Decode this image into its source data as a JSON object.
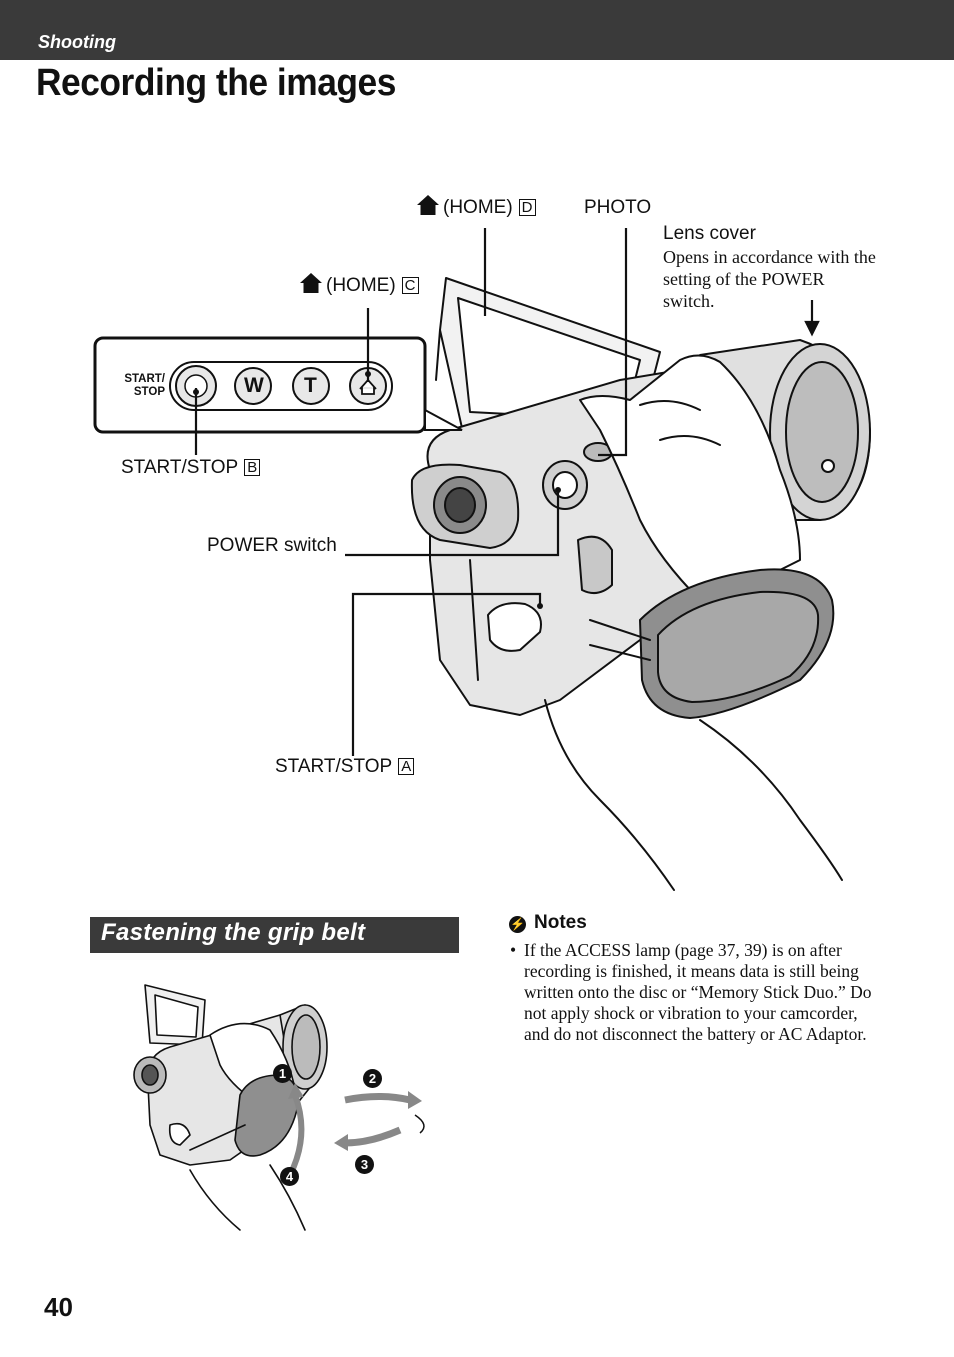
{
  "header": {
    "section": "Shooting"
  },
  "page": {
    "title": "Recording the images",
    "number": "40"
  },
  "figure_main": {
    "callouts": {
      "home_d": {
        "text": "(HOME)",
        "letter": "D"
      },
      "photo": "PHOTO",
      "lens_cover_title": "Lens cover",
      "lens_cover_desc": "Opens in accordance with the setting of the POWER switch.",
      "home_c": {
        "text": "(HOME)",
        "letter": "C"
      },
      "start_stop_b": {
        "text": "START/STOP",
        "letter": "B"
      },
      "power_switch": "POWER switch",
      "start_stop_a": {
        "text": "START/STOP",
        "letter": "A"
      }
    },
    "panel_buttons": {
      "start_stop_label_1": "START/",
      "start_stop_label_2": "STOP",
      "w": "W",
      "t": "T"
    },
    "icons": [
      "home-icon",
      "camcorder-illustration"
    ]
  },
  "grip_section": {
    "heading": "Fastening the grip belt",
    "steps": [
      "1",
      "2",
      "3",
      "4"
    ]
  },
  "notes": {
    "heading": "Notes",
    "items": [
      "If the ACCESS lamp (page 37, 39) is on after recording is finished, it means data is still being written onto the disc or “Memory Stick Duo.” Do not apply shock or vibration to your camcorder, and do not disconnect the battery or AC Adaptor."
    ]
  }
}
